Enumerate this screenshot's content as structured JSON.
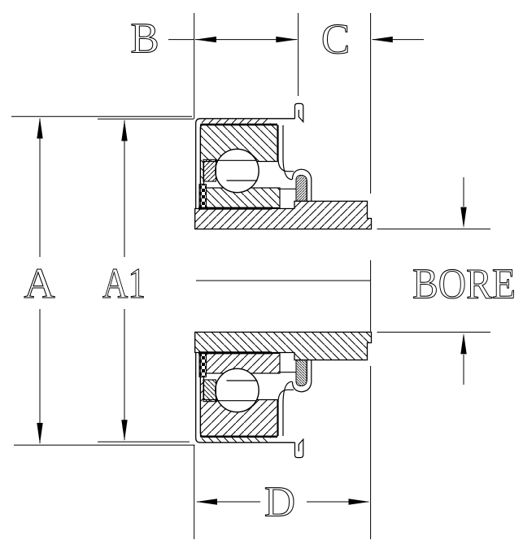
{
  "diagram": {
    "figure_type": "flanged ball bearing cross-section drawing",
    "labels": {
      "a": "A",
      "a1": "A1",
      "b": "B",
      "c": "C",
      "d": "D",
      "bore": "BORE"
    },
    "colors": {
      "line": "#000000",
      "background": "#ffffff"
    }
  }
}
